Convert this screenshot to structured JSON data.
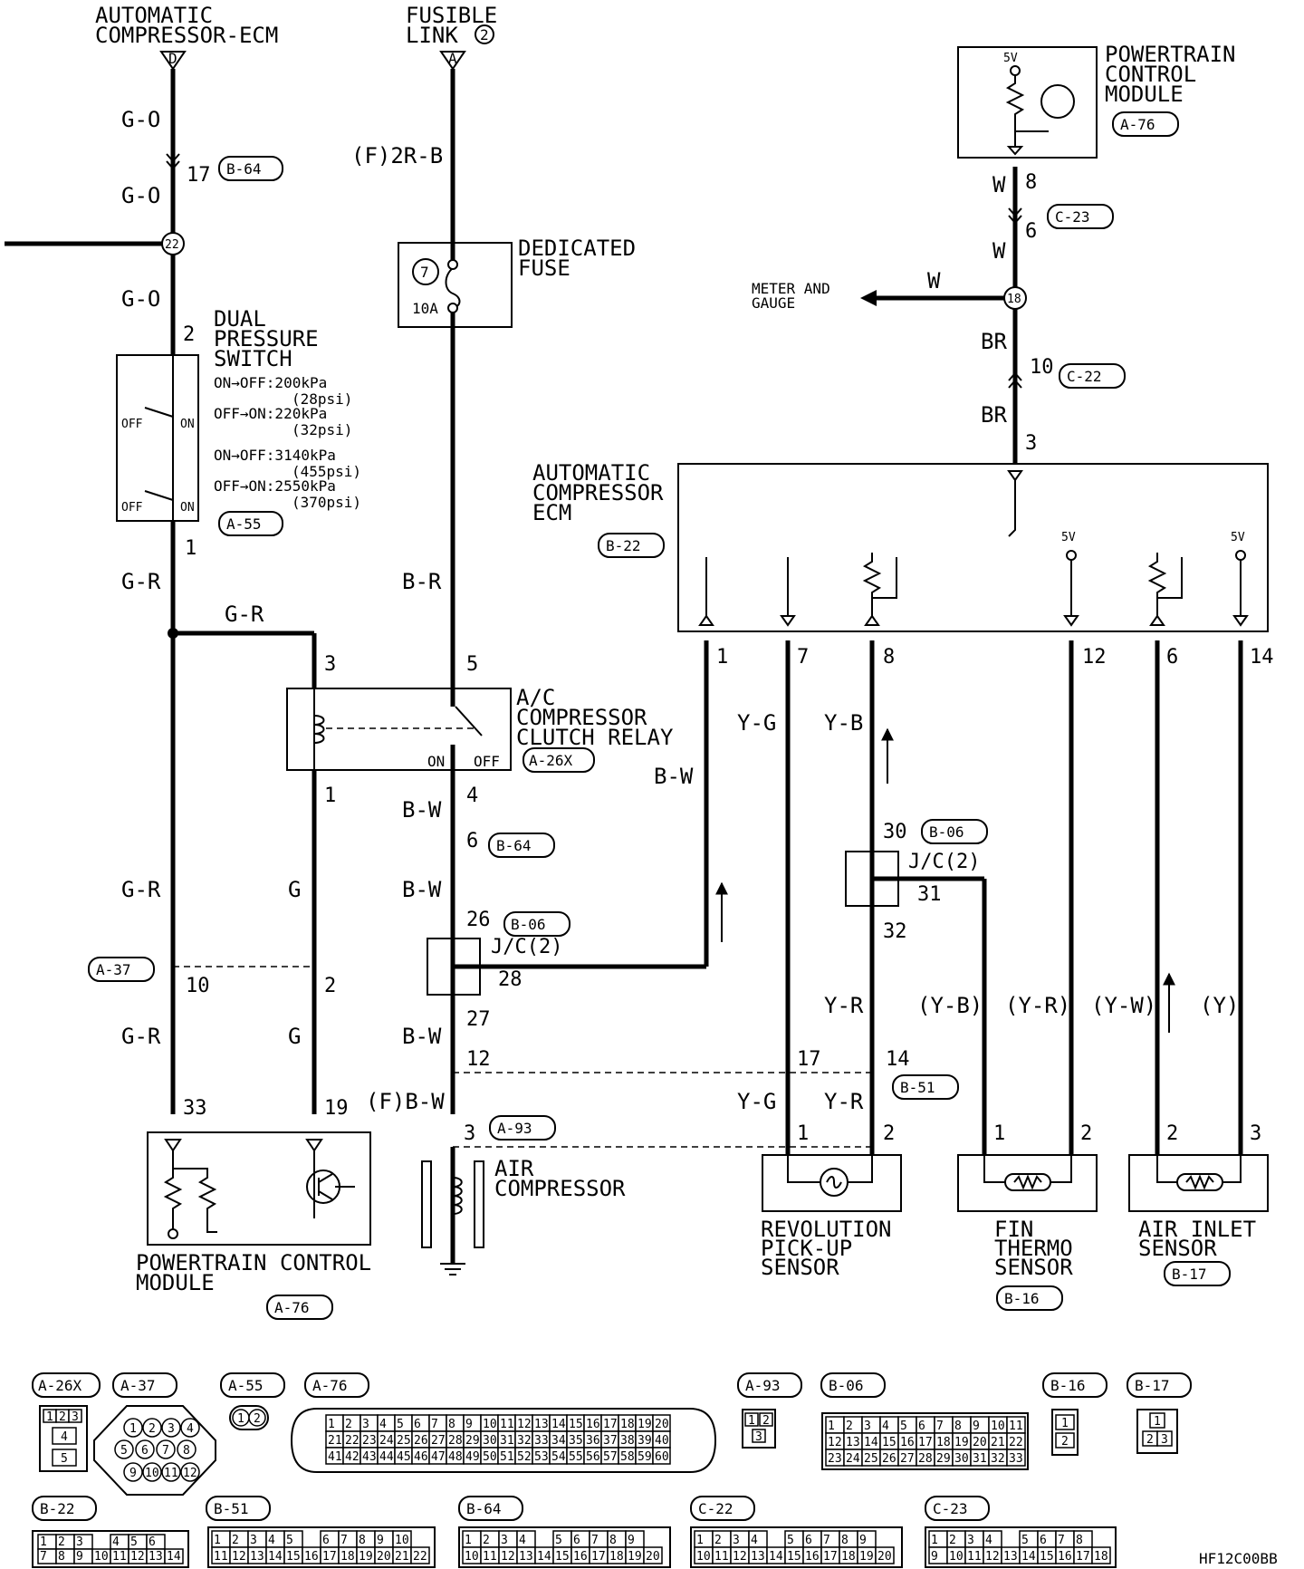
{
  "top": {
    "acm_ecm": [
      "AUTOMATIC",
      "COMPRESSOR-ECM"
    ],
    "acm_pin": "D",
    "fusible": [
      "FUSIBLE",
      "LINK"
    ],
    "fusible_num": "2",
    "fusible_pin": "A"
  },
  "pcm_top": {
    "title": [
      "POWERTRAIN",
      "CONTROL",
      "MODULE"
    ],
    "connector": "A-76",
    "volt": "5V"
  },
  "wires": {
    "go": "G-O",
    "f2rb": "(F)2R-B",
    "gr": "G-R",
    "br": "B-R",
    "bw": "B-W",
    "g": "G",
    "fbw": "(F)B-W",
    "w": "W",
    "brn": "BR",
    "yg": "Y-G",
    "yb": "Y-B",
    "yr": "Y-R",
    "pyb": "(Y-B)",
    "pyr": "(Y-R)",
    "pyw": "(Y-W)",
    "py": "(Y)"
  },
  "pins": {
    "p17": "17",
    "p2": "2",
    "p1": "1",
    "p3": "3",
    "p5": "5",
    "p4": "4",
    "p6": "6",
    "p26": "26",
    "p28": "28",
    "p27": "27",
    "p12": "12",
    "p10": "10",
    "p33": "33",
    "p19": "19",
    "p8": "8",
    "p7": "7",
    "p14": "14",
    "p30": "30",
    "p31": "31",
    "p32": "32",
    "j22": "22",
    "j18": "18"
  },
  "connectors": {
    "b64": "B-64",
    "a55": "A-55",
    "a26x": "A-26X",
    "b06": "B-06",
    "a37": "A-37",
    "a93": "A-93",
    "c23": "C-23",
    "c22": "C-22",
    "b22": "B-22",
    "b51": "B-51",
    "a76": "A-76",
    "b16": "B-16",
    "b17": "B-17",
    "jc": "J/C(2)"
  },
  "fuse": {
    "title": [
      "DEDICATED",
      "FUSE"
    ],
    "num": "7",
    "rating": "10A"
  },
  "dps": {
    "title": [
      "DUAL",
      "PRESSURE",
      "SWITCH"
    ],
    "specs": [
      "ON→OFF:200kPa",
      "(28psi)",
      "OFF→ON:220kPa",
      "(32psi)",
      "ON→OFF:3140kPa",
      "(455psi)",
      "OFF→ON:2550kPa",
      "(370psi)"
    ],
    "off": "OFF",
    "on": "ON"
  },
  "relay": {
    "title": [
      "A/C",
      "COMPRESSOR",
      "CLUTCH RELAY"
    ],
    "on": "ON",
    "off": "OFF"
  },
  "meter": [
    "METER AND",
    "GAUGE"
  ],
  "ecm": {
    "title": [
      "AUTOMATIC",
      "COMPRESSOR",
      "ECM"
    ],
    "volt": "5V"
  },
  "components": {
    "pcm": [
      "POWERTRAIN CONTROL",
      "MODULE"
    ],
    "aircomp": [
      "AIR",
      "COMPRESSOR"
    ],
    "rev": [
      "REVOLUTION",
      "PICK-UP",
      "SENSOR"
    ],
    "fin": [
      "FIN",
      "THERMO",
      "SENSOR"
    ],
    "inlet": [
      "AIR INLET",
      "SENSOR"
    ]
  },
  "legend": {
    "a26x": [
      "1",
      "2",
      "3",
      "4",
      "5"
    ],
    "a37": [
      "1",
      "2",
      "3",
      "4",
      "5",
      "6",
      "7",
      "8",
      "9",
      "10",
      "11",
      "12"
    ],
    "a55": [
      "1",
      "2"
    ],
    "a93": [
      "1",
      "2",
      "3"
    ],
    "b16": [
      "1",
      "2"
    ],
    "b17": [
      "1",
      "2",
      "3"
    ],
    "b22": [
      "1",
      "2",
      "3",
      "4",
      "5",
      "6",
      "7",
      "8",
      "9",
      "10",
      "11",
      "12",
      "13",
      "14"
    ]
  },
  "diagram_code": "HF12C00BB"
}
